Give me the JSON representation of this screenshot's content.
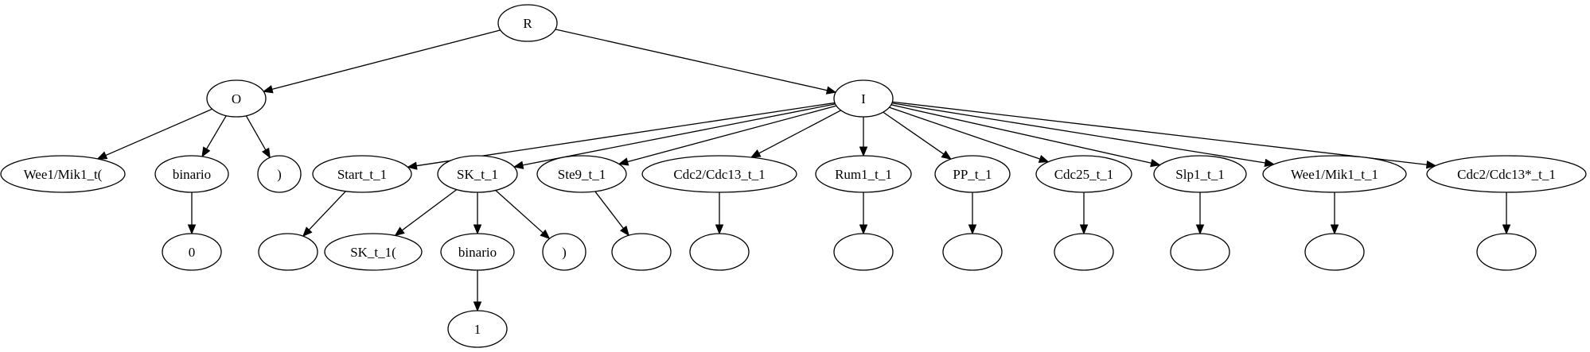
{
  "diagram": {
    "nodes": [
      {
        "id": "R",
        "label": "R"
      },
      {
        "id": "O",
        "label": "O"
      },
      {
        "id": "I",
        "label": "I"
      },
      {
        "id": "wee_t",
        "label": "Wee1/Mik1_t("
      },
      {
        "id": "bin_o",
        "label": "binario"
      },
      {
        "id": "rparen_o",
        "label": ")"
      },
      {
        "id": "zero",
        "label": "0"
      },
      {
        "id": "start",
        "label": "Start_t_1"
      },
      {
        "id": "sk",
        "label": "SK_t_1"
      },
      {
        "id": "ste9",
        "label": "Ste9_t_1"
      },
      {
        "id": "cdc2_13",
        "label": "Cdc2/Cdc13_t_1"
      },
      {
        "id": "rum1",
        "label": "Rum1_t_1"
      },
      {
        "id": "pp",
        "label": "PP_t_1"
      },
      {
        "id": "cdc25",
        "label": "Cdc25_t_1"
      },
      {
        "id": "slp1",
        "label": "Slp1_t_1"
      },
      {
        "id": "wee_t1",
        "label": "Wee1/Mik1_t_1"
      },
      {
        "id": "cdc2_13s",
        "label": "Cdc2/Cdc13*_t_1"
      },
      {
        "id": "start_e",
        "label": ""
      },
      {
        "id": "sk_open",
        "label": "SK_t_1("
      },
      {
        "id": "bin_sk",
        "label": "binario"
      },
      {
        "id": "rparen_sk",
        "label": ")"
      },
      {
        "id": "one",
        "label": "1"
      },
      {
        "id": "ste9_e",
        "label": ""
      },
      {
        "id": "cdc2_13_e",
        "label": ""
      },
      {
        "id": "rum1_e",
        "label": ""
      },
      {
        "id": "pp_e",
        "label": ""
      },
      {
        "id": "cdc25_e",
        "label": ""
      },
      {
        "id": "slp1_e",
        "label": ""
      },
      {
        "id": "wee_t1_e",
        "label": ""
      },
      {
        "id": "cdc2_13s_e",
        "label": ""
      }
    ],
    "edges": [
      [
        "R",
        "O"
      ],
      [
        "R",
        "I"
      ],
      [
        "O",
        "wee_t"
      ],
      [
        "O",
        "bin_o"
      ],
      [
        "O",
        "rparen_o"
      ],
      [
        "bin_o",
        "zero"
      ],
      [
        "I",
        "start"
      ],
      [
        "I",
        "sk"
      ],
      [
        "I",
        "ste9"
      ],
      [
        "I",
        "cdc2_13"
      ],
      [
        "I",
        "rum1"
      ],
      [
        "I",
        "pp"
      ],
      [
        "I",
        "cdc25"
      ],
      [
        "I",
        "slp1"
      ],
      [
        "I",
        "wee_t1"
      ],
      [
        "I",
        "cdc2_13s"
      ],
      [
        "start",
        "start_e"
      ],
      [
        "sk",
        "sk_open"
      ],
      [
        "sk",
        "bin_sk"
      ],
      [
        "sk",
        "rparen_sk"
      ],
      [
        "bin_sk",
        "one"
      ],
      [
        "ste9",
        "ste9_e"
      ],
      [
        "cdc2_13",
        "cdc2_13_e"
      ],
      [
        "rum1",
        "rum1_e"
      ],
      [
        "pp",
        "pp_e"
      ],
      [
        "cdc25",
        "cdc25_e"
      ],
      [
        "slp1",
        "slp1_e"
      ],
      [
        "wee_t1",
        "wee_t1_e"
      ],
      [
        "cdc2_13s",
        "cdc2_13s_e"
      ]
    ]
  }
}
